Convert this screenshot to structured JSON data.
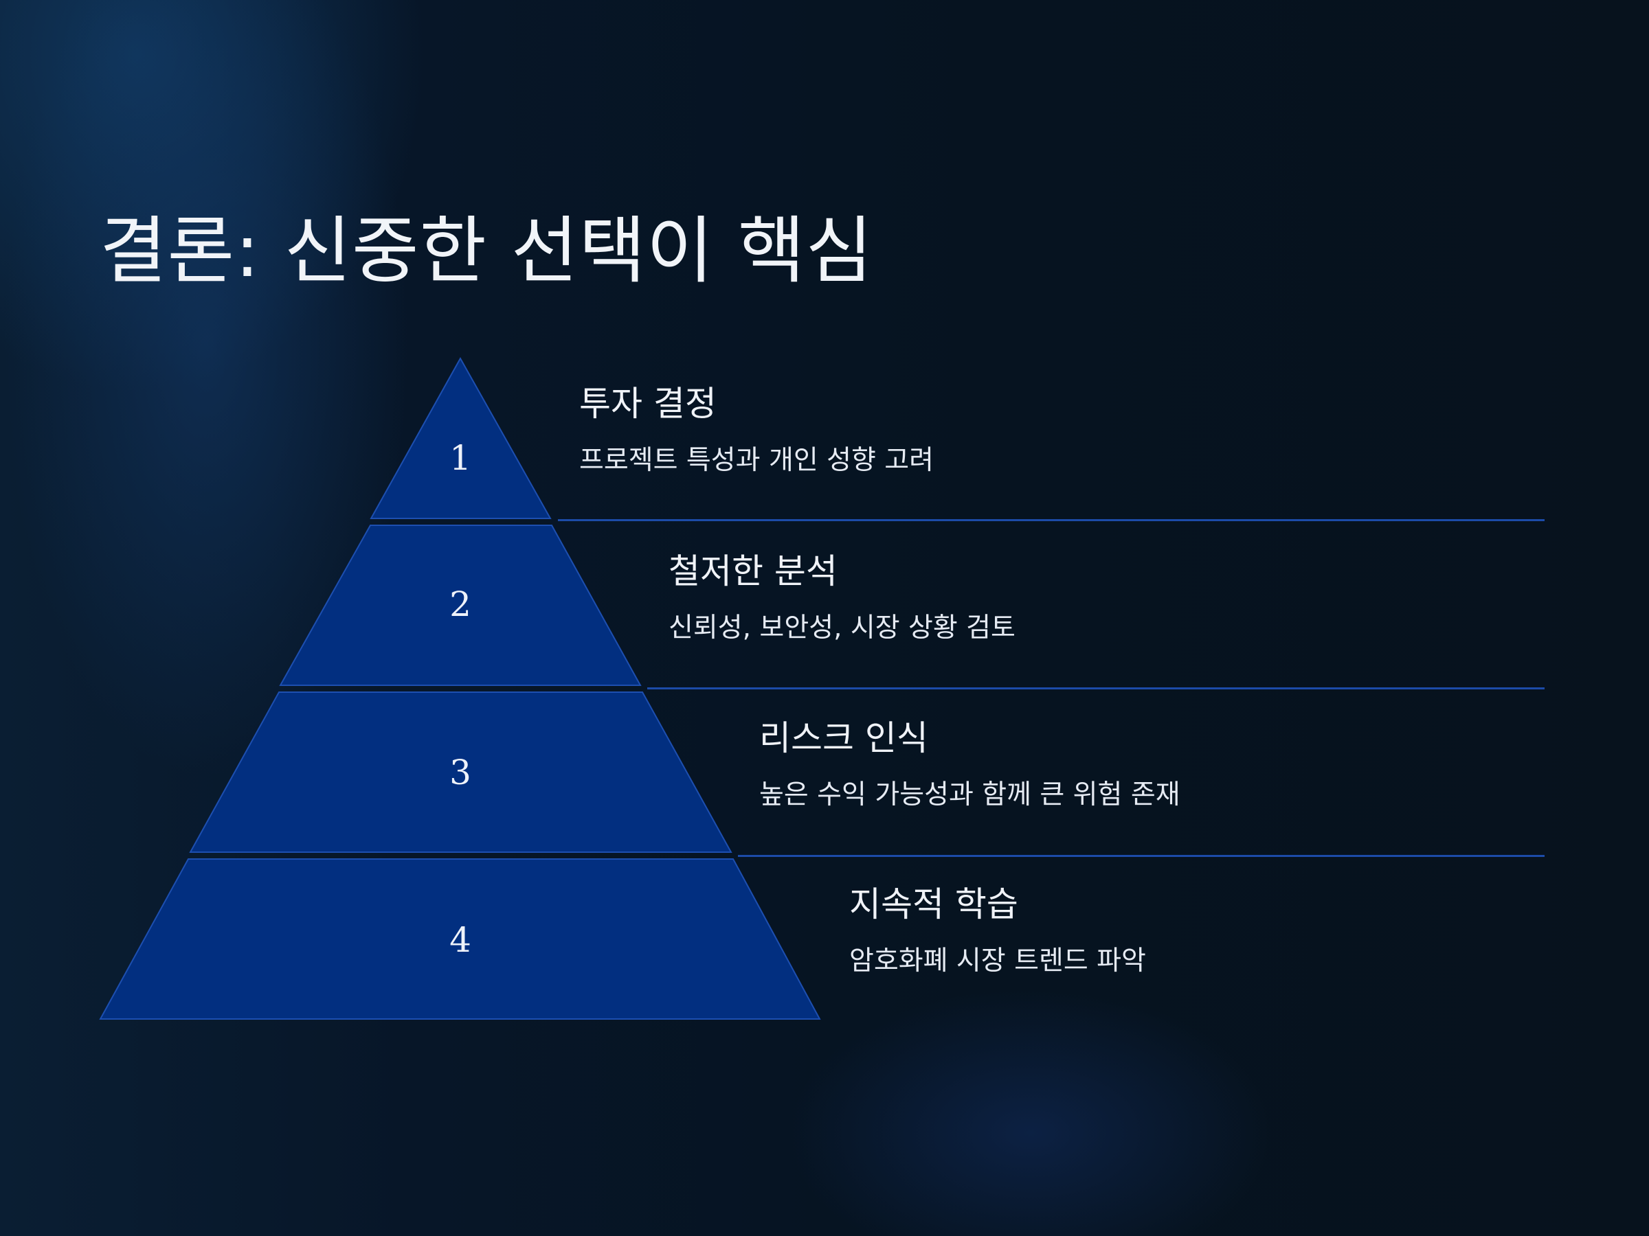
{
  "title": "결론: 신중한 선택이 핵심",
  "colors": {
    "tier_fill": "#022f80",
    "tier_border": "#1d4fb0",
    "divider": "#1c4ba8",
    "text": "#f0f3f8"
  },
  "tiers": [
    {
      "number": "1",
      "heading": "투자 결정",
      "description": "프로젝트 특성과 개인 성향 고려"
    },
    {
      "number": "2",
      "heading": "철저한 분석",
      "description": "신뢰성, 보안성, 시장 상황 검토"
    },
    {
      "number": "3",
      "heading": "리스크 인식",
      "description": "높은 수익 가능성과 함께 큰 위험 존재"
    },
    {
      "number": "4",
      "heading": "지속적 학습",
      "description": "암호화폐 시장 트렌드 파악"
    }
  ]
}
